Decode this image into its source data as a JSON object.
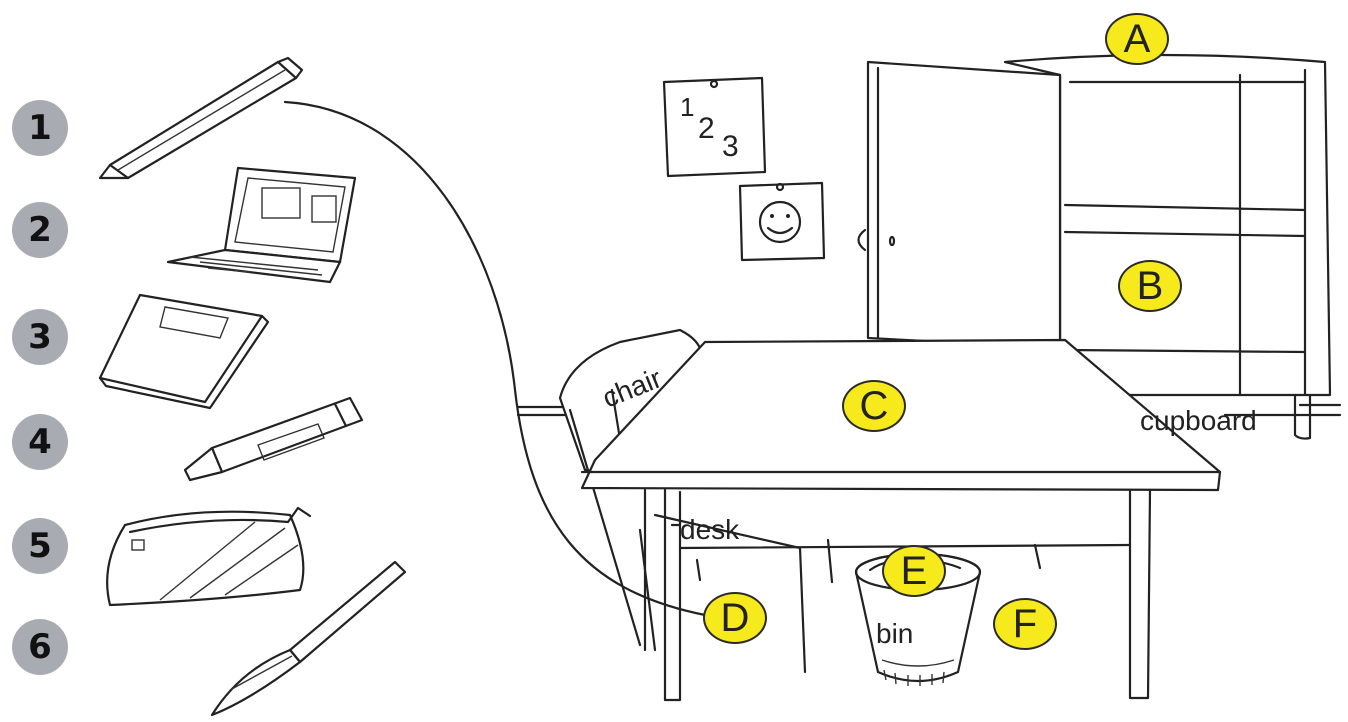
{
  "items": [
    {
      "number": "1",
      "name": "pencil-icon"
    },
    {
      "number": "2",
      "name": "laptop-icon"
    },
    {
      "number": "3",
      "name": "notebook-icon"
    },
    {
      "number": "4",
      "name": "glue-stick-icon"
    },
    {
      "number": "5",
      "name": "pencil-case-icon"
    },
    {
      "number": "6",
      "name": "pen-icon"
    }
  ],
  "letters": {
    "a": "A",
    "b": "B",
    "c": "C",
    "d": "D",
    "e": "E",
    "f": "F"
  },
  "labels": {
    "chair": "chair",
    "cupboard": "cupboard",
    "desk": "desk",
    "bin": "bin"
  },
  "poster_text": {
    "one": "1",
    "two": "2",
    "three": "3"
  },
  "colors": {
    "letter_marker": "#f7ea1c",
    "number_marker": "#a8acb2"
  }
}
